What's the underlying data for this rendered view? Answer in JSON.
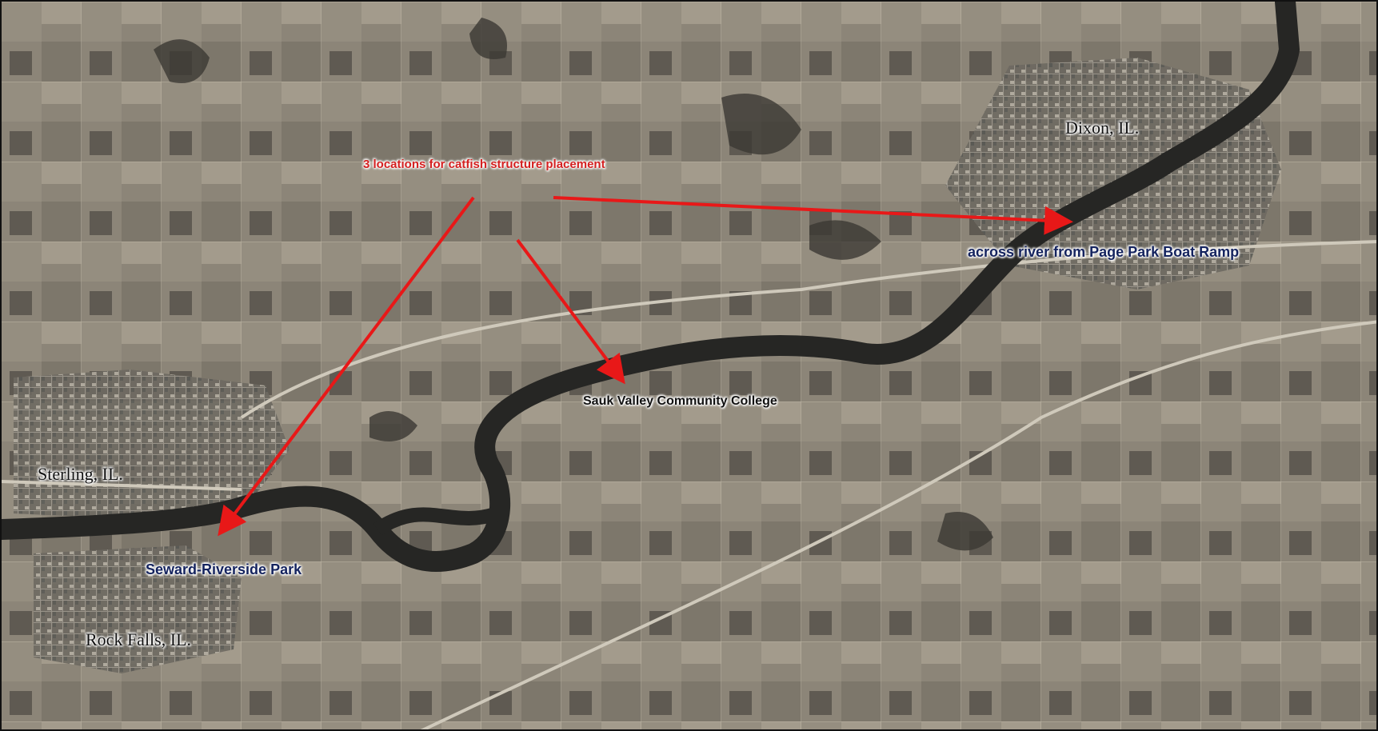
{
  "map": {
    "annotation": "3 locations for catfish structure placement",
    "cities": [
      {
        "name": "Dixon, IL."
      },
      {
        "name": "Sterling, IL."
      },
      {
        "name": "Rock Falls, IL."
      }
    ],
    "sites": [
      {
        "name": "across river from Page Park Boat Ramp"
      },
      {
        "name": "Sauk Valley Community College"
      },
      {
        "name": "Seward-Riverside Park"
      }
    ],
    "colors": {
      "arrow": "#e81818",
      "annotation_text": "#d42020",
      "site_label": "#14235e",
      "river": "#2a2a28",
      "land": "#8a8276"
    }
  }
}
